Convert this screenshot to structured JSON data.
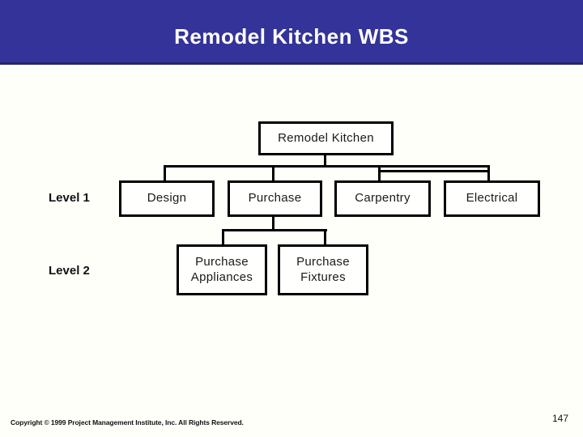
{
  "slide": {
    "title": "Remodel Kitchen WBS",
    "footer": "Copyright © 1999 Project Management Institute, Inc. All Rights Reserved.",
    "page_number": "147",
    "colors": {
      "header_bg": "#333399",
      "header_border": "#26266a",
      "title_text": "#ffffff",
      "line_color": "#000000",
      "box_border": "#000000",
      "page_bg": "#fffffa"
    }
  },
  "chart": {
    "type": "wbs-tree",
    "root": {
      "label": "Remodel Kitchen"
    },
    "level1": {
      "label": "Level 1",
      "nodes": [
        {
          "label": "Design"
        },
        {
          "label": "Purchase"
        },
        {
          "label": "Carpentry"
        },
        {
          "label": "Electrical"
        }
      ]
    },
    "level2": {
      "label": "Level 2",
      "parent": "Purchase",
      "nodes": [
        {
          "line1": "Purchase",
          "line2": "Appliances"
        },
        {
          "line1": "Purchase",
          "line2": "Fixtures"
        }
      ]
    }
  }
}
